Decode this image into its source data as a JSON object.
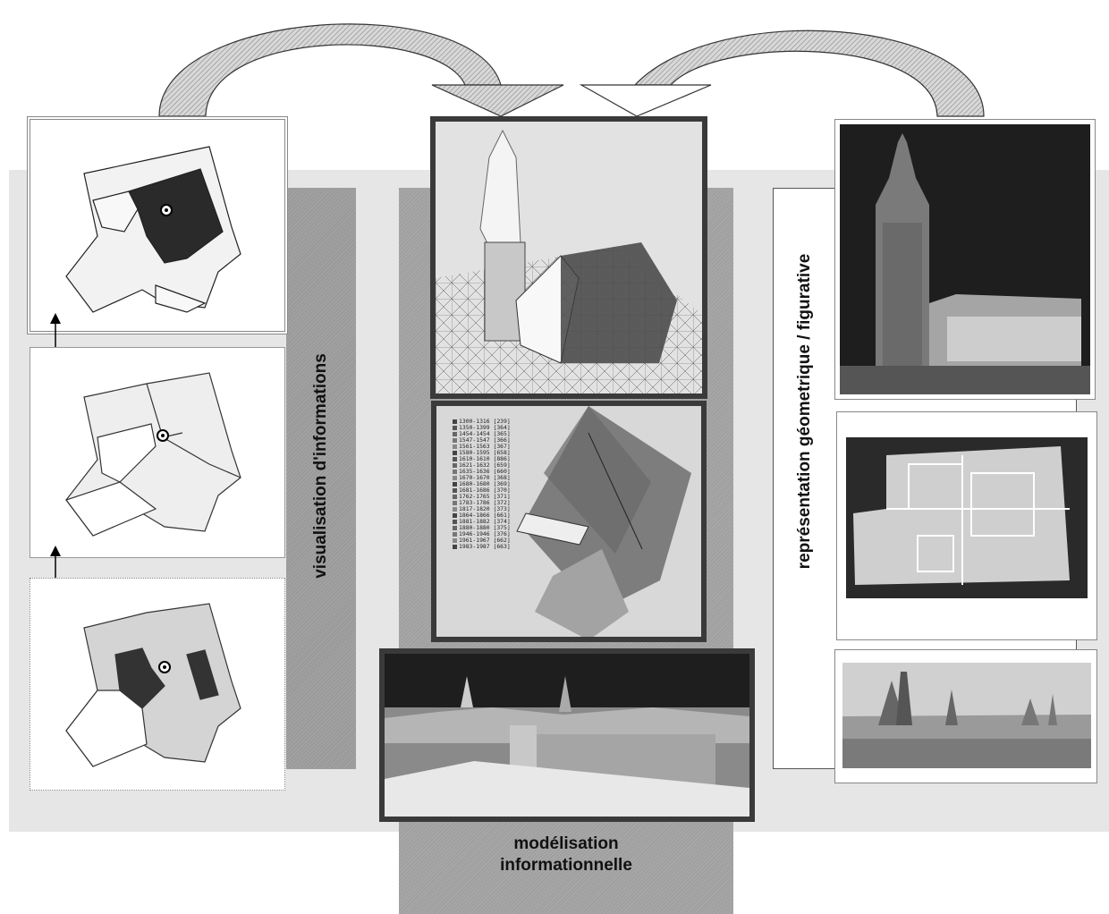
{
  "labels": {
    "left_axis": "visualisation  d'informations",
    "right_axis": "représentation géometrique / figurative",
    "bottom_line1": "modélisation",
    "bottom_line2": "informationnelle"
  },
  "legend_entries": [
    "1300-1316 [239]",
    "1350-1399 [364]",
    "1454-1454 [365]",
    "1547-1547 [366]",
    "1561-1563 [367]",
    "1580-1595 [658]",
    "1610-1610 [886]",
    "1621-1632 [659]",
    "1635-1636 [660]",
    "1670-1670 [368]",
    "1680-1680 [369]",
    "1681-1686 [370]",
    "1762-1765 [371]",
    "1783-1786 [372]",
    "1817-1820 [373]",
    "1864-1866 [661]",
    "1881-1882 [374]",
    "1880-1880 [375]",
    "1946-1946 [376]",
    "1961-1967 [662]",
    "1983-1987 [663]"
  ],
  "colors": {
    "band": "#e6e6e6",
    "column": "#a0a0a0",
    "frame": "#3a3a3a",
    "night_sky": "#1e1e1e"
  }
}
